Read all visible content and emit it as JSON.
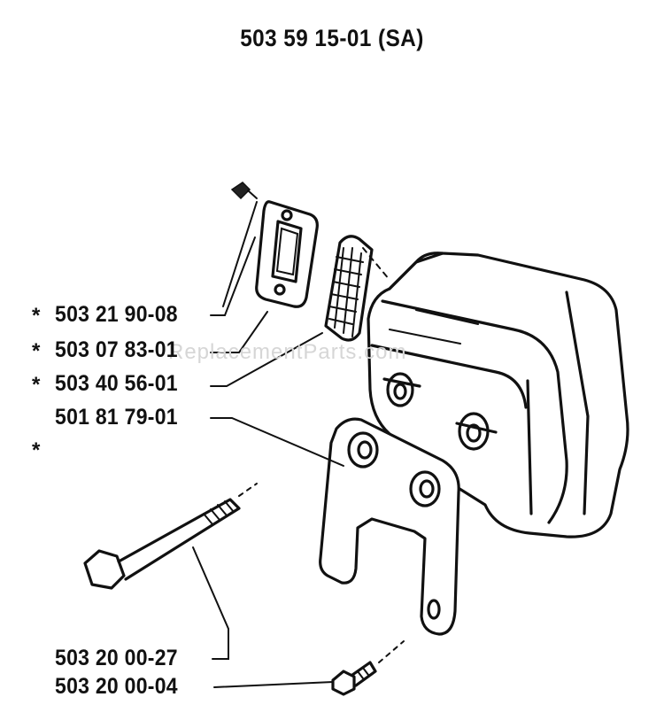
{
  "title": "503 59 15-01 (SA)",
  "watermark": "ReplacementParts.com",
  "asterisk": "*",
  "parts": [
    {
      "number": "503 21 90-08",
      "starred": true
    },
    {
      "number": "503 07 83-01",
      "starred": true
    },
    {
      "number": "503 40 56-01",
      "starred": true
    },
    {
      "number": "501 81 79-01",
      "starred": false
    },
    {
      "number": "503 20 00-27",
      "starred": false
    },
    {
      "number": "503 20 00-04",
      "starred": false
    }
  ],
  "icons": [
    "screw-icon",
    "gasket-icon",
    "spark-screen-icon",
    "muffler-icon",
    "bracket-icon",
    "bolt-icon"
  ]
}
